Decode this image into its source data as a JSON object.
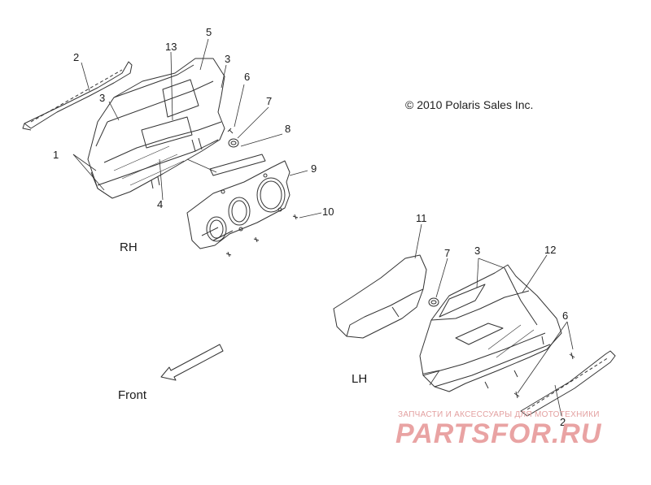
{
  "copyright": "© 2010 Polaris Sales Inc.",
  "side_labels": {
    "rh": "RH",
    "lh": "LH"
  },
  "direction_label": "Front",
  "callouts": {
    "c1_rh": "1",
    "c2_rh": "2",
    "c3_rh_a": "3",
    "c3_rh_b": "3",
    "c4": "4",
    "c5": "5",
    "c6_rh": "6",
    "c7_rh": "7",
    "c8": "8",
    "c9": "9",
    "c10": "10",
    "c13": "13",
    "c11": "11",
    "c7_lh": "7",
    "c3_lh": "3",
    "c12": "12",
    "c6_lh": "6",
    "c2_lh": "2"
  },
  "watermark": {
    "tagline": "ЗАПЧАСТИ И АКСЕССУАРЫ ДЛЯ МОТОТЕХНИКИ",
    "brand": "PARTSFOR.RU",
    "color": "#e9a3a3"
  },
  "line_color": "#333333"
}
